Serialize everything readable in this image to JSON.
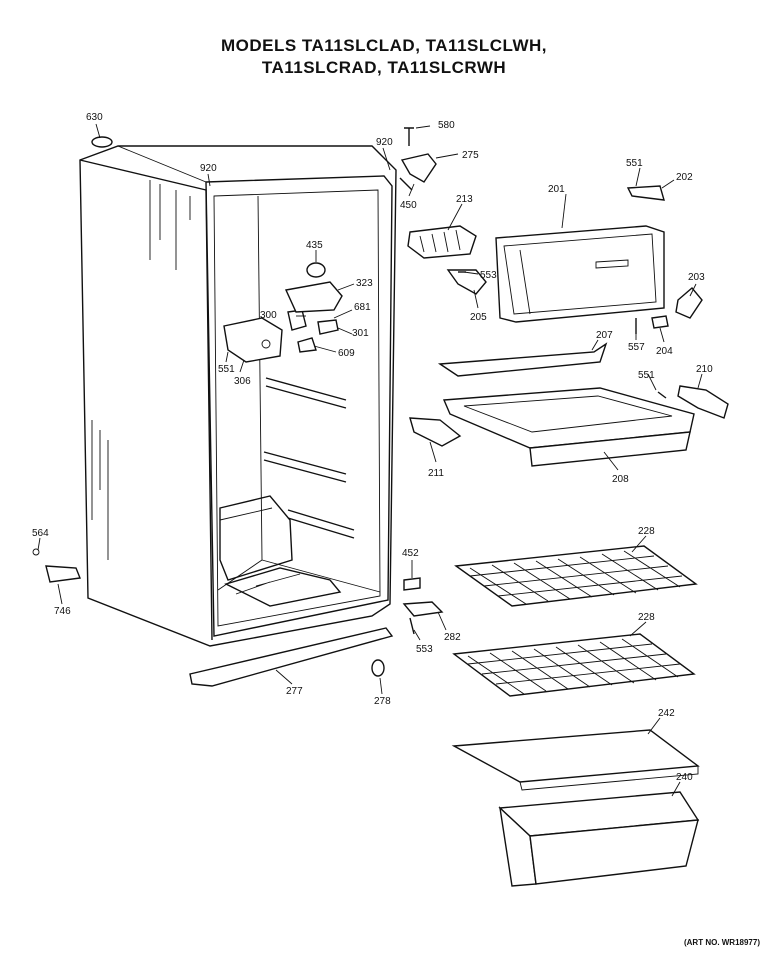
{
  "title": {
    "line1": "MODELS TA11SLCLAD, TA11SLCLWH,",
    "line2": "TA11SLCRAD, TA11SLCRWH"
  },
  "art_number": "(ART NO. WR18977)",
  "part_labels": {
    "p630": "630",
    "p920a": "920",
    "p920b": "920",
    "p580": "580",
    "p275": "275",
    "p450": "450",
    "p213": "213",
    "p201": "201",
    "p551a": "551",
    "p202": "202",
    "p435": "435",
    "p553a": "553",
    "p323": "323",
    "p681": "681",
    "p300": "300",
    "p205": "205",
    "p203": "203",
    "p301": "301",
    "p207": "207",
    "p557": "557",
    "p204": "204",
    "p551b": "551",
    "p609": "609",
    "p306": "306",
    "p551c": "551",
    "p210": "210",
    "p211": "211",
    "p208": "208",
    "p228a": "228",
    "p564": "564",
    "p452": "452",
    "p746": "746",
    "p553b": "553",
    "p282": "282",
    "p228b": "228",
    "p277": "277",
    "p278": "278",
    "p242": "242",
    "p240": "240"
  }
}
